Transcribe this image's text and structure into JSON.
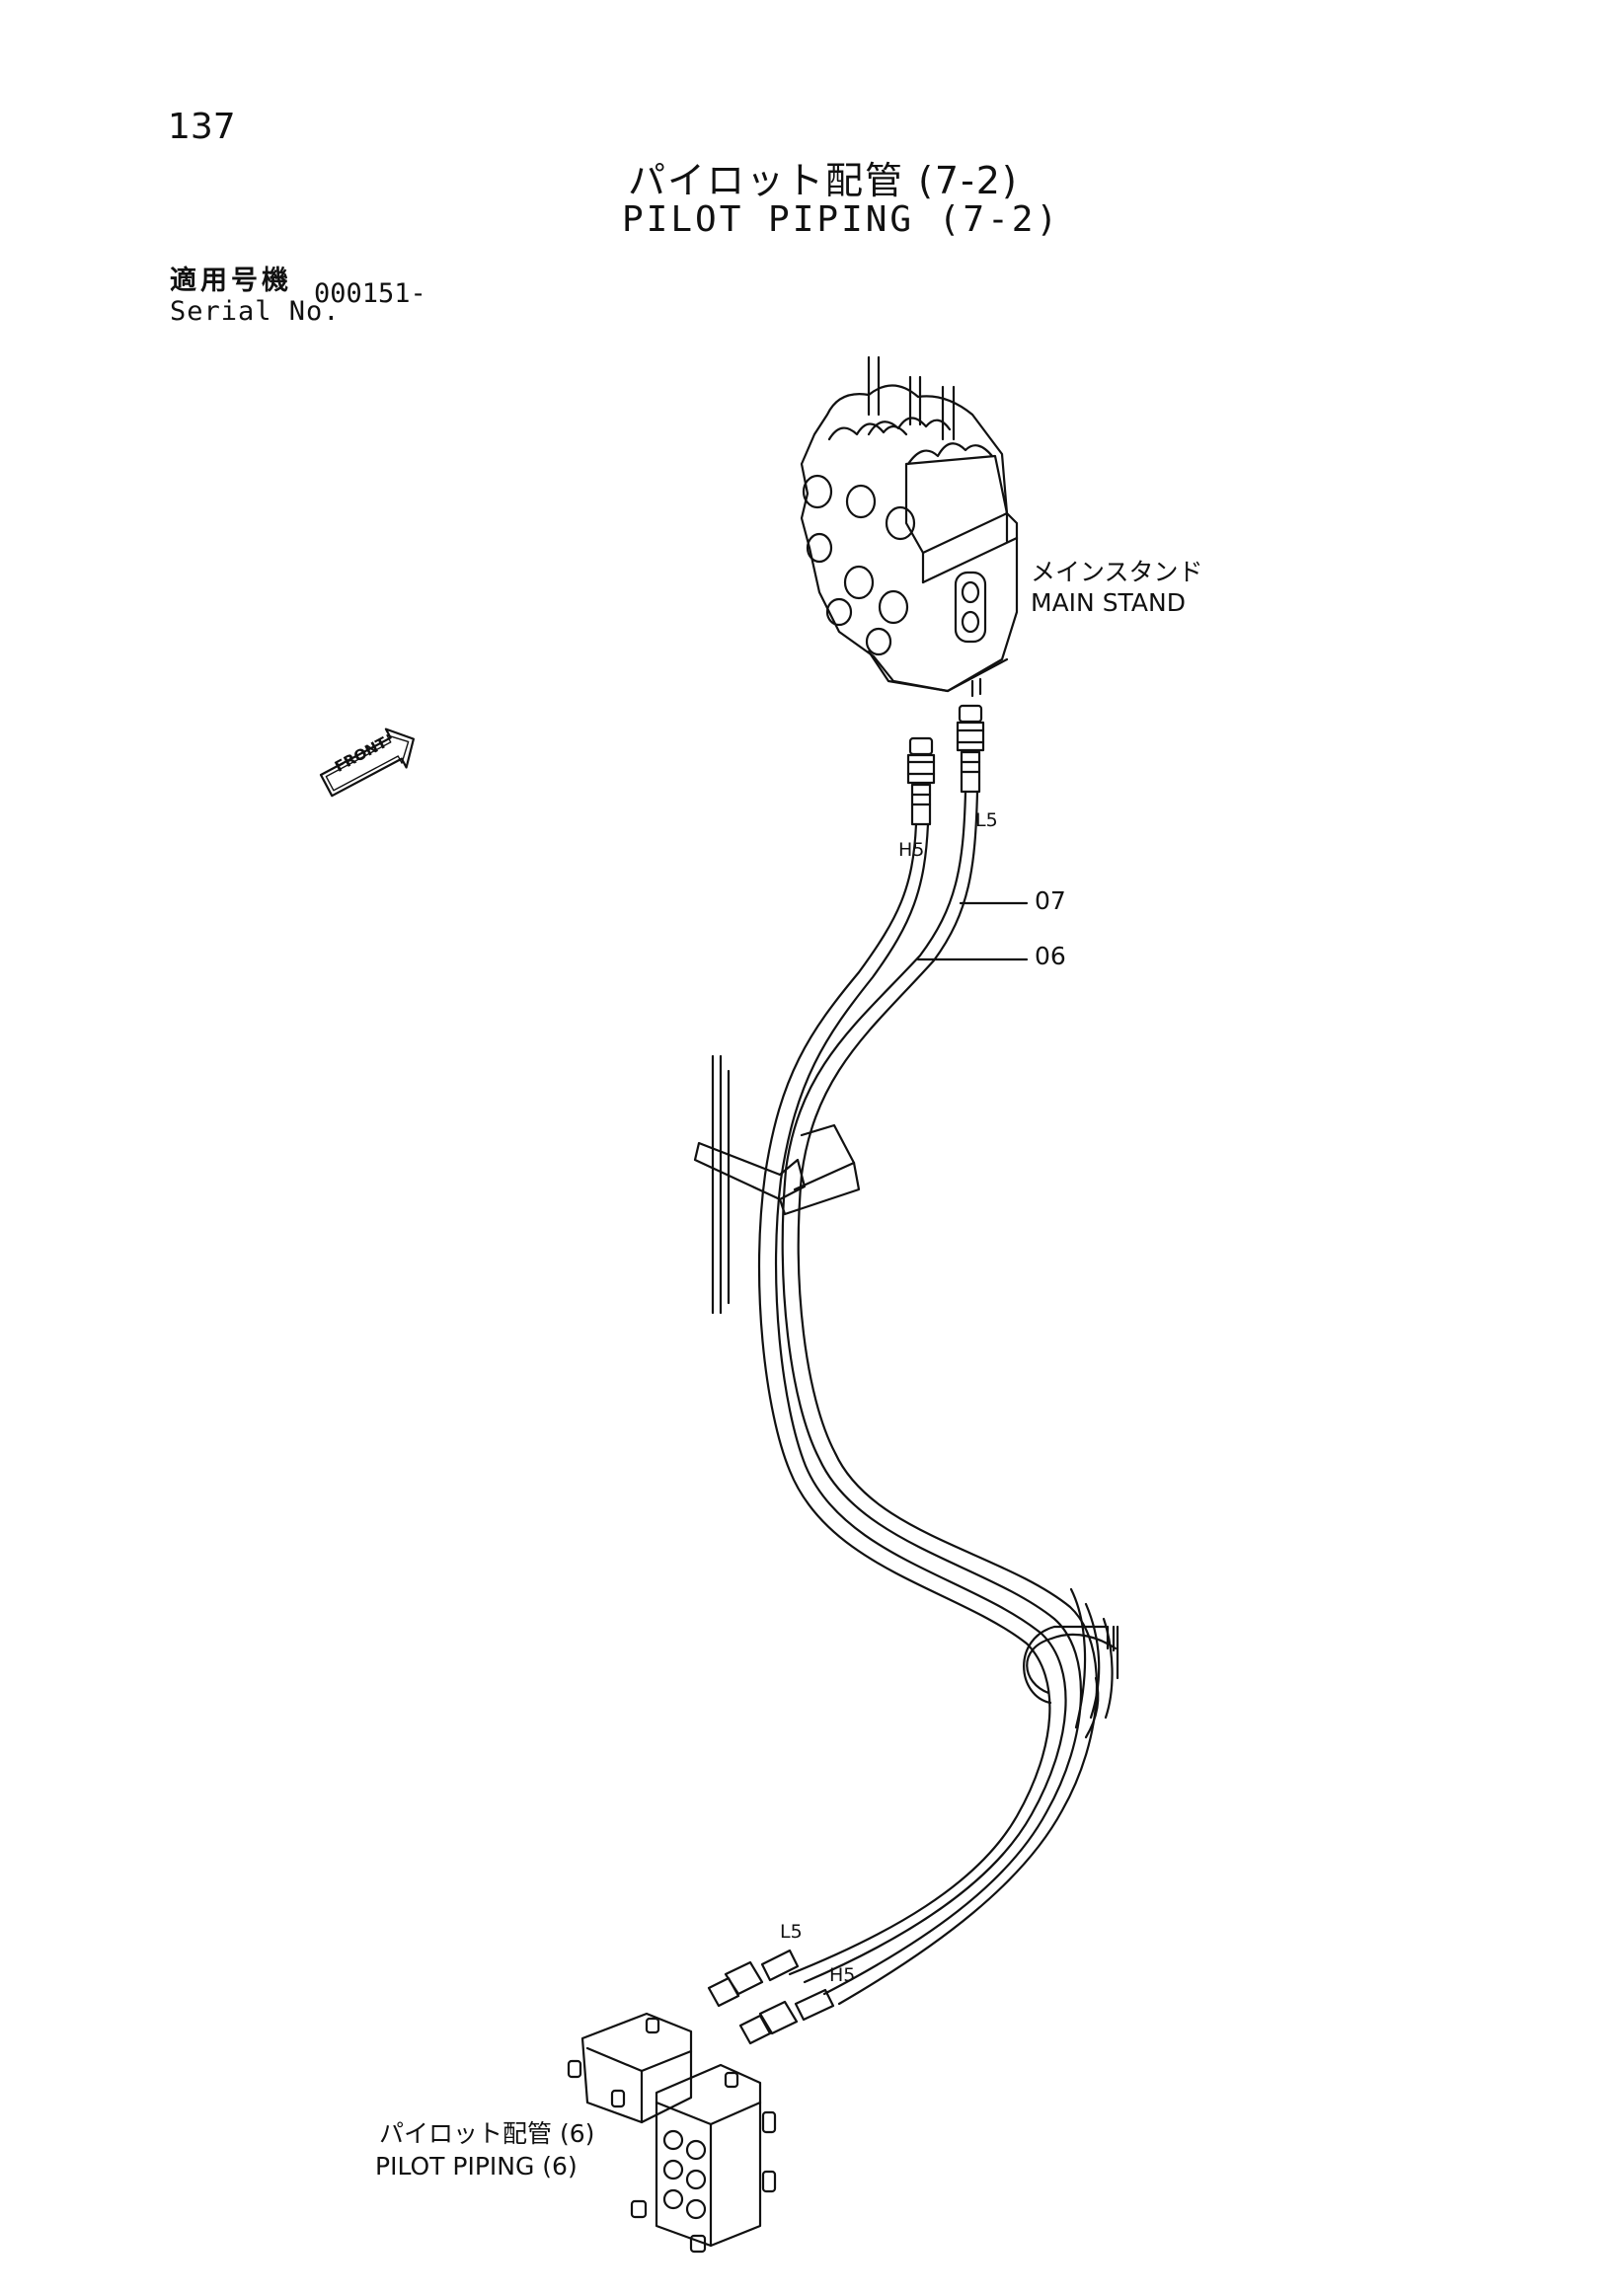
{
  "header": {
    "page_number": "137",
    "title_jp": "パイロット配管 (7-2)",
    "title_en": "PILOT PIPING (7-2)"
  },
  "serial": {
    "label_jp": "適用号機",
    "label_en": "Serial No.",
    "value": "000151-"
  },
  "diagram": {
    "main_stand_jp": "メインスタンド",
    "main_stand_en": "MAIN STAND",
    "front_arrow": "FRONT",
    "part_07": "07",
    "part_06": "06",
    "port_h5_top": "H5",
    "port_l5_top": "L5",
    "port_l5_bottom": "L5",
    "port_h5_bottom": "H5",
    "ref_jp": "パイロット配管 (6)",
    "ref_en": "PILOT PIPING (6)"
  },
  "colors": {
    "line": "#111111",
    "background": "#ffffff"
  }
}
